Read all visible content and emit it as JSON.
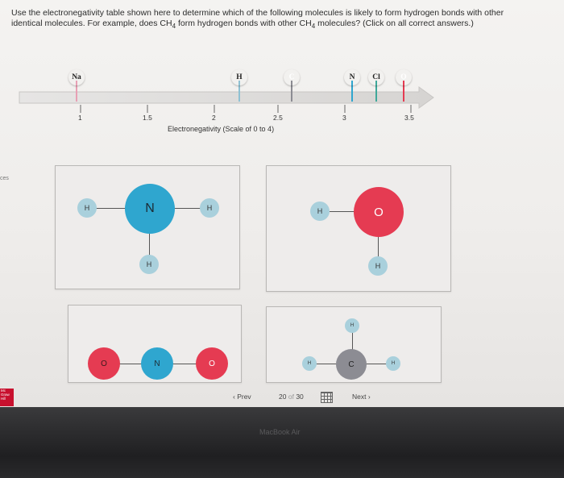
{
  "question": {
    "line1": "Use the electronegativity table shown here to determine which of the following molecules is likely to form hydrogen bonds with other",
    "line2_a": "identical molecules. For example, does CH",
    "line2_sub1": "4",
    "line2_b": " form hydrogen bonds with other CH",
    "line2_sub2": "4",
    "line2_c": " molecules? (Click on all correct answers.)"
  },
  "left_tab": "ces",
  "scale": {
    "label": "Electronegativity (Scale of 0 to 4)",
    "ticks": [
      "1",
      "1.5",
      "2",
      "2.5",
      "3",
      "3.5"
    ],
    "elements": [
      {
        "symbol": "Na",
        "color": "#e8a0b4"
      },
      {
        "symbol": "H",
        "color": "#8fc1d3"
      },
      {
        "symbol": "C",
        "color": "#8c8c93"
      },
      {
        "symbol": "N",
        "color": "#2fa6cf"
      },
      {
        "symbol": "Cl",
        "color": "#3fa89a"
      },
      {
        "symbol": "O",
        "color": "#e53b52"
      }
    ]
  },
  "molecules": {
    "nh3": {
      "center": "N",
      "h1": "H",
      "h2": "H",
      "h3": "H"
    },
    "h2o": {
      "h1": "H",
      "center": "O",
      "h2": "H"
    },
    "no2": {
      "o1": "O",
      "center": "N",
      "o2": "O"
    },
    "ch4": {
      "h_top": "H",
      "h_left": "H",
      "center": "C",
      "h_right": "H"
    }
  },
  "colors": {
    "hydrogen": "#a9d0dc",
    "nitrogen": "#2fa6cf",
    "oxygen": "#e53b52",
    "carbon": "#8c8c93"
  },
  "pager": {
    "prev": "Prev",
    "current": "20",
    "of": "of",
    "total": "30",
    "next": "Next"
  },
  "bezel_text": "MacBook Air"
}
